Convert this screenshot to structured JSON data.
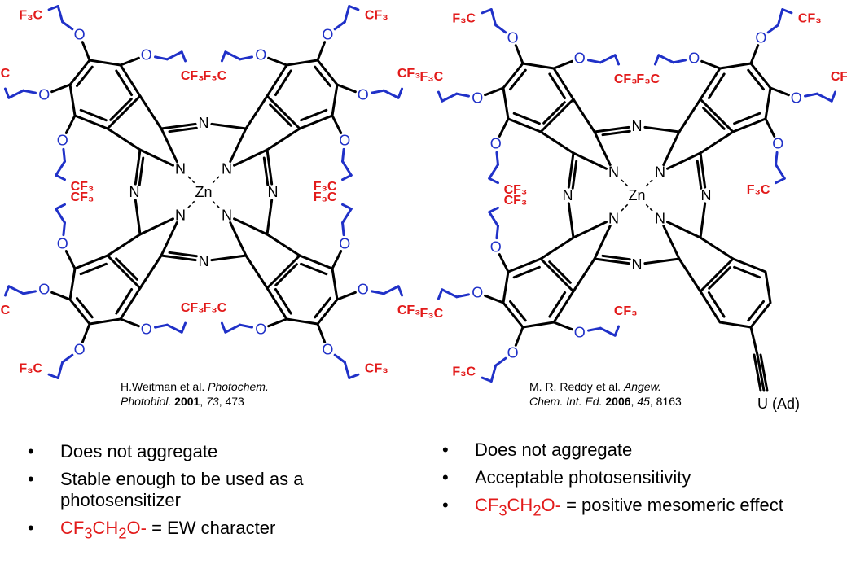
{
  "left": {
    "citation": {
      "authors": "H.Weitman et al. ",
      "journal1": "Photochem.",
      "journal2": "Photobiol.",
      "year": "2001",
      "sep1": ", ",
      "volume": "73",
      "sep2": ", 473"
    },
    "bullets": {
      "b1": "Does not aggregate",
      "b2": "Stable enough to be used as a photosensitizer",
      "b3_red_main": "CF",
      "b3_sub1": "3",
      "b3_red_mid": "CH",
      "b3_sub2": "2",
      "b3_red_end": "O-",
      "b3_rest": " = EW character"
    }
  },
  "right": {
    "citation": {
      "authors": "M. R. Reddy et al. ",
      "journal1": "Angew.",
      "journal2": "Chem. Int. Ed.",
      "year": "2006",
      "sep1": ", ",
      "volume": "45",
      "sep2": ", 8163"
    },
    "bullets": {
      "b1": "Does not aggregate",
      "b2": "Acceptable photosensitivity",
      "b3_red_main": "CF",
      "b3_sub1": "3",
      "b3_red_mid": "CH",
      "b3_sub2": "2",
      "b3_red_end": "O-",
      "b3_rest": " = positive mesomeric effect"
    }
  },
  "labels": {
    "n": "N",
    "zn": "Zn",
    "o": "O",
    "cf3": "CF₃",
    "f3c": "F₃C",
    "terminal": "U (Ad)"
  }
}
